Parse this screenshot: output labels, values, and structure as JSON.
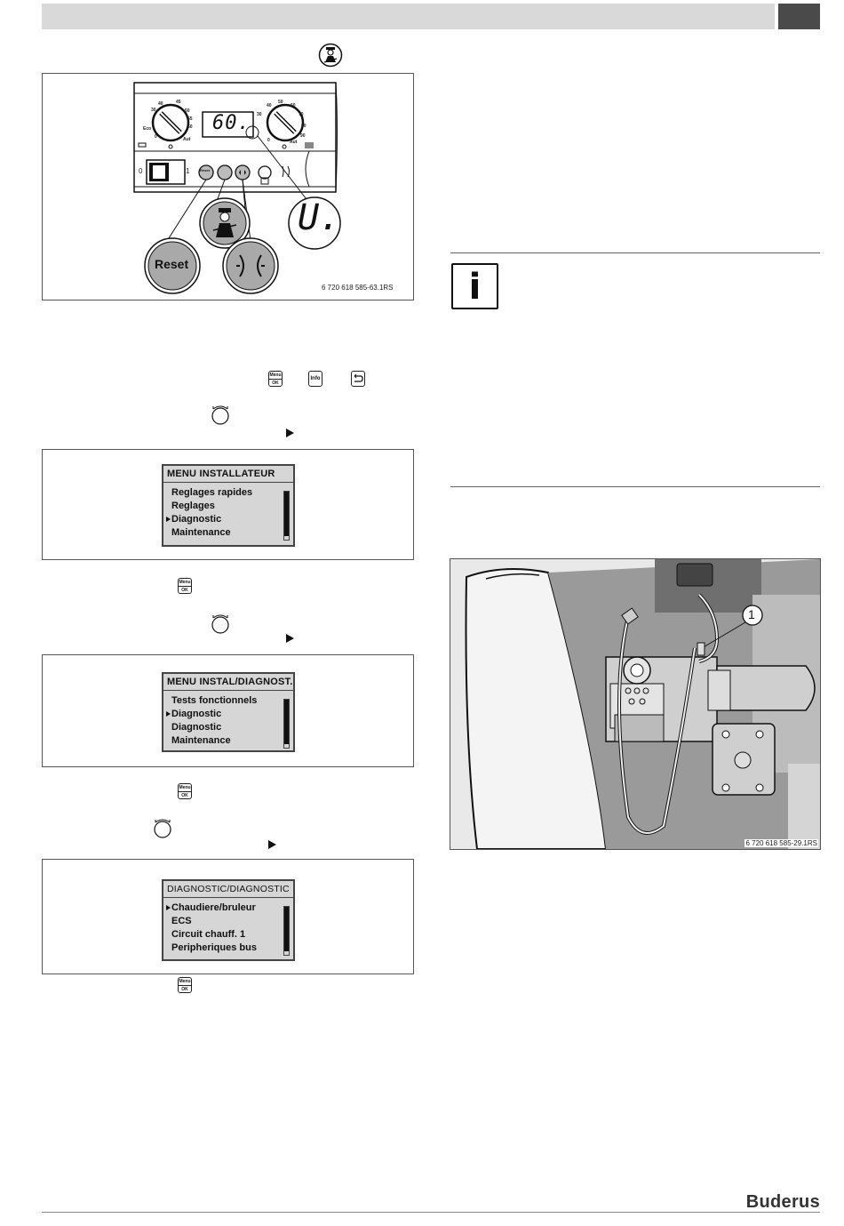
{
  "header": {
    "bar_color": "#d9d9d9",
    "box_color": "#4a4a4a"
  },
  "figure1": {
    "display": "60.",
    "zoom_display": "U.",
    "reset_label": "Reset",
    "small_reset": "Reset",
    "left_dial_numbers": [
      "30",
      "40",
      "45",
      "50",
      "55",
      "60",
      "Eco",
      "0",
      "Aut"
    ],
    "right_dial_numbers": [
      "30",
      "40",
      "50",
      "60",
      "70",
      "80",
      "90",
      "0",
      "Aut"
    ],
    "switch_0": "0",
    "switch_1": "1",
    "caption": "6 720 618 585-63.1RS"
  },
  "keys": {
    "menu_top": "Menu",
    "menu_bottom": "OK",
    "info": "Info"
  },
  "menus": [
    {
      "title": "MENU INSTALLATEUR",
      "items": [
        "Reglages rapides",
        "Reglages",
        "Diagnostic",
        "Maintenance"
      ],
      "selected": 2
    },
    {
      "title": "MENU INSTAL/DIAGNOST.",
      "items": [
        "Tests fonctionnels",
        "Diagnostic",
        "Diagnostic",
        "Maintenance"
      ],
      "selected": 1
    },
    {
      "title": "DIAGNOSTIC/DIAGNOSTIC",
      "items": [
        "Chaudiere/bruleur",
        "ECS",
        "Circuit chauff. 1",
        "Peripheriques bus"
      ],
      "selected": 0
    }
  ],
  "info_icon": "i",
  "photo": {
    "callout": "1",
    "caption": "6 720 618 585-29.1RS"
  },
  "footer": {
    "brand": "Buderus"
  }
}
